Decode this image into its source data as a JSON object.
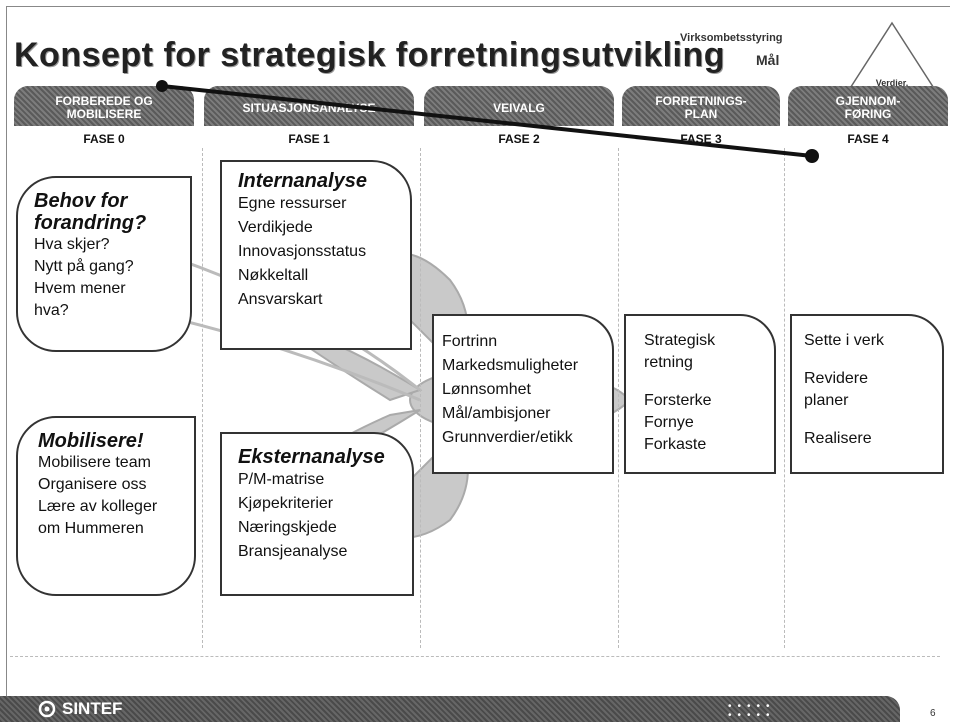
{
  "title": "Konsept for strategisk forretningsutvikling",
  "top_label": "Virksombetsstyring",
  "top_label2": "Mål",
  "pyramid_label": "Verdier,",
  "phases": [
    {
      "tab": "FORBEREDE OG MOBILISERE",
      "num": "FASE 0"
    },
    {
      "tab": "SITUASJONSANALYSE",
      "num": "FASE 1"
    },
    {
      "tab": "VEIVALG",
      "num": "FASE 2"
    },
    {
      "tab": "FORRETNINGS-PLAN",
      "num": "FASE 3"
    },
    {
      "tab": "GJENNOM-FØRING",
      "num": "FASE 4"
    }
  ],
  "behov": {
    "title": "Behov for forandring?",
    "items": [
      "Hva skjer?",
      "Nytt på gang?",
      "Hvem mener",
      "hva?"
    ]
  },
  "mobilisere": {
    "title": "Mobilisere!",
    "items": [
      "Mobilisere team",
      "Organisere oss",
      "Lære av kolleger",
      "om Hummeren"
    ]
  },
  "intern": {
    "title": "Internanalyse",
    "items": [
      "Egne ressurser",
      "Verdikjede",
      "Innovasjonsstatus",
      "Nøkkeltall",
      "Ansvarskart"
    ]
  },
  "ekstern": {
    "title": "Eksternanalyse",
    "items": [
      "P/M-matrise",
      "Kjøpekriterier",
      "Næringskjede",
      "Bransjeanalyse"
    ]
  },
  "veivalg": {
    "items": [
      "Fortrinn",
      "Markedsmuligheter",
      "Lønnsomhet",
      "Mål/ambisjoner",
      "Grunnverdier/etikk"
    ]
  },
  "plan": {
    "items": [
      "Strategisk",
      "retning",
      "Forsterke",
      "Fornye",
      "Forkaste"
    ]
  },
  "gjennom": {
    "items": [
      "Sette i verk",
      "Revidere",
      "planer",
      "Realisere"
    ]
  },
  "footer": {
    "logo": "SINTEF",
    "page": "6"
  }
}
